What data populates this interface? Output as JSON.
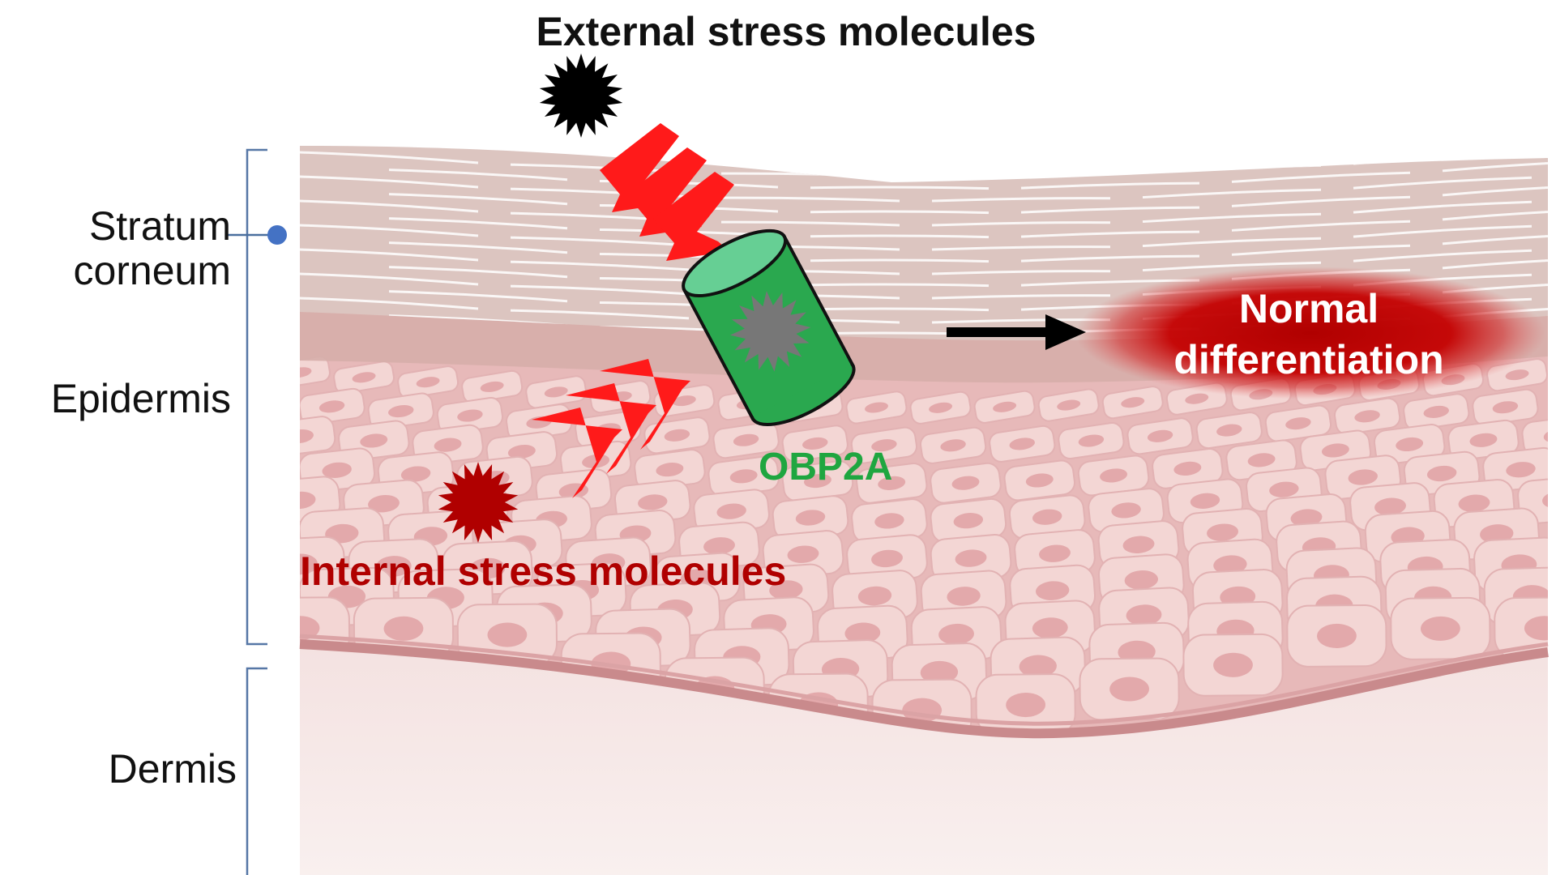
{
  "labels": {
    "stratum_corneum": "Stratum\ncorneum",
    "epidermis": "Epidermis",
    "dermis": "Dermis",
    "external_stress": "External stress molecules",
    "internal_stress": "Internal stress molecules",
    "obp2a": "OBP2A",
    "normal_differentiation": "Normal\ndifferentiation"
  },
  "colors": {
    "external_molecule": "#000000",
    "internal_molecule": "#b00000",
    "obp2a_barrel": "#2aa84f",
    "obp2a_top": "#66cf94",
    "bound_molecule": "#777777",
    "chevron": "#ff1a1a",
    "glow": "#c00000",
    "cell_nucleus": "#e3a9ab",
    "cell_fill": "#f3d6d4",
    "stratum_corneum": "#dcc5c0",
    "dermis": "#f7ebea",
    "bracket": "#4a6f9e",
    "label_text": "#111111",
    "internal_text": "#b00000",
    "obp2a_text": "#1fa640"
  },
  "icons": {
    "molecule": "starburst-icon",
    "direction": "chevron-icon",
    "protein": "cylinder-icon",
    "result": "arrow-right-icon"
  }
}
